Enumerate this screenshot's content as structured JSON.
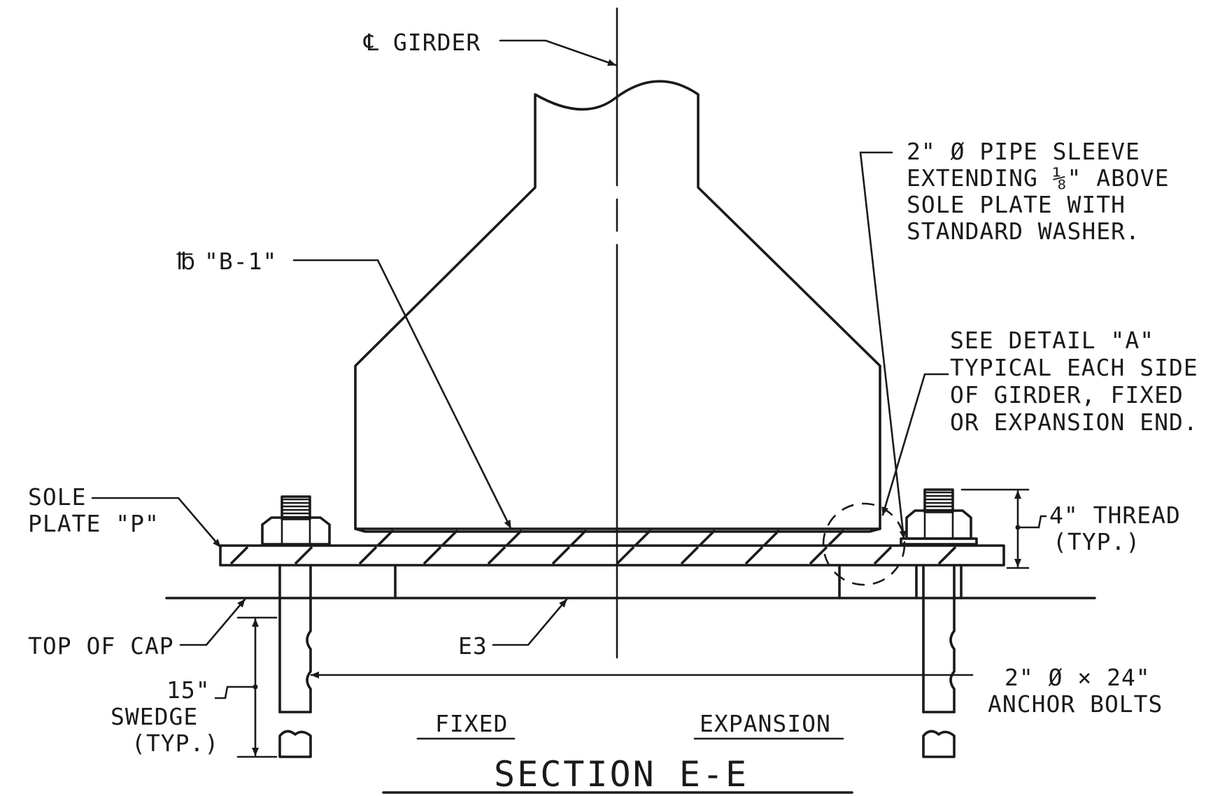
{
  "labels": {
    "cl_girder_symbol": "℄",
    "cl_girder": "GIRDER",
    "pl_symbol": "℔",
    "pl_b1": "\"B-1\"",
    "pipe_sleeve": [
      "2\" Ø PIPE SLEEVE",
      "EXTENDING ⅛\" ABOVE",
      "SOLE PLATE WITH",
      "STANDARD WASHER."
    ],
    "detail_a": [
      "SEE DETAIL \"A\"",
      "TYPICAL EACH SIDE",
      "OF GIRDER, FIXED",
      "OR EXPANSION END."
    ],
    "sole_plate": [
      "SOLE",
      "PLATE \"P\""
    ],
    "thread": [
      "4\" THREAD",
      "(TYP.)"
    ],
    "top_of_cap": "TOP OF CAP",
    "e3": "E3",
    "swedge": [
      "15\"",
      "SWEDGE",
      "(TYP.)"
    ],
    "anchor_bolts": [
      "2\" Ø × 24\"",
      "ANCHOR BOLTS"
    ],
    "fixed": "FIXED",
    "expansion": "EXPANSION",
    "section_title": "SECTION E-E"
  }
}
